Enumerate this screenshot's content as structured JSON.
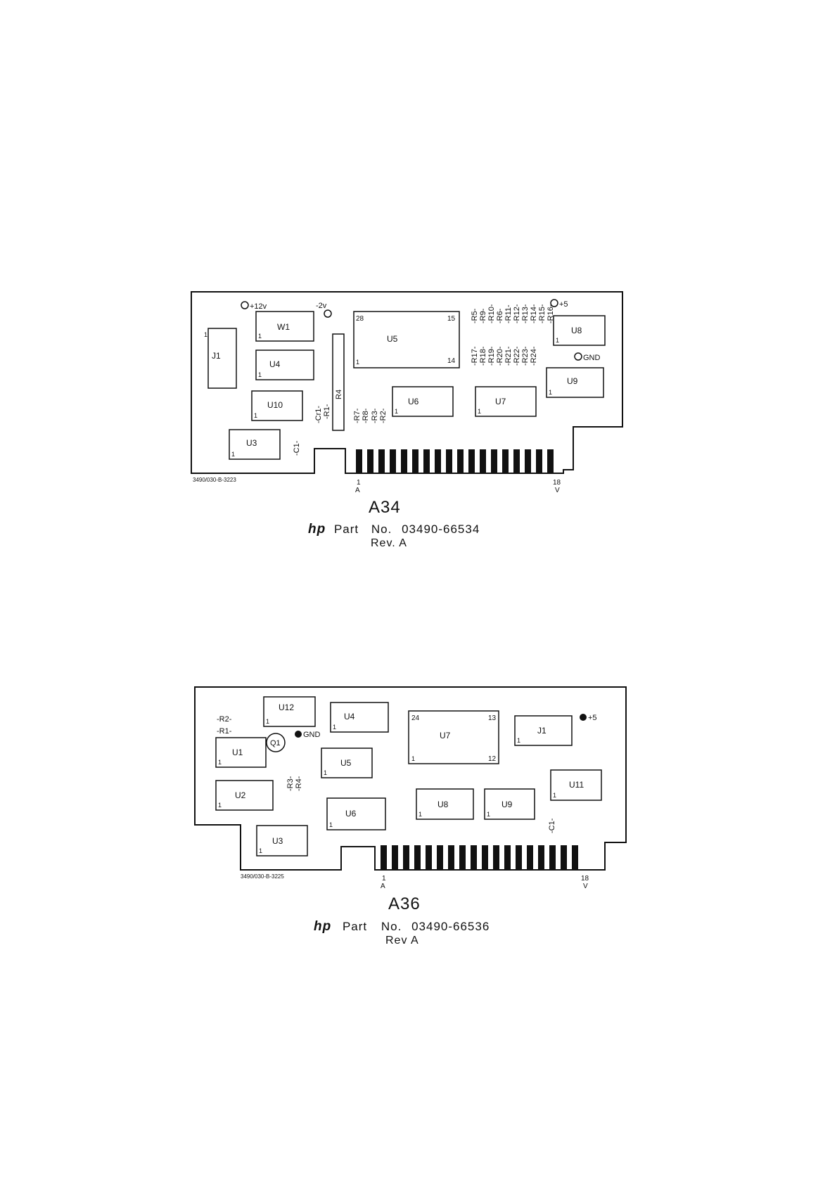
{
  "boards": [
    {
      "id": "A34",
      "title": "A34",
      "hp_logo": "hp",
      "part_label": "Part",
      "part_no_label": "No.",
      "part_number": "03490-66534",
      "revision": "Rev. A",
      "serial": "3490/030-B-3223",
      "edge_left": "1",
      "edge_left_letter": "A",
      "edge_right": "18",
      "edge_right_letter": "V",
      "components": {
        "J1": "J1",
        "W1": "W1",
        "U4": "U4",
        "U10": "U10",
        "U3": "U3",
        "U5": "U5",
        "U6": "U6",
        "U7": "U7",
        "U8": "U8",
        "U9": "U9",
        "R4": "R4",
        "CR1": "-Cr1-",
        "R1": "-R1-",
        "C1": "-C1-",
        "R7": "-R7-",
        "R8": "-R8-",
        "R3": "-R3-",
        "R2": "-R2-",
        "R5": "-R5-",
        "R9": "-R9-",
        "R10": "-R10-",
        "R6": "-R6-",
        "R11": "-R11-",
        "R12": "-R12-",
        "R13": "-R13-",
        "R14": "-R14-",
        "R15": "-R15-",
        "R16": "-R16-",
        "R17": "-R17-",
        "R18": "-R18-",
        "R19": "-R19-",
        "R20": "-R20-",
        "R21": "-R21-",
        "R22": "-R22-",
        "R23": "-R23-",
        "R24": "-R24-",
        "pin1": "1",
        "u5_28": "28",
        "u5_15": "15",
        "u5_14": "14"
      },
      "test_points": {
        "p12v": "+12v",
        "m2v": "-2v",
        "p5": "+5",
        "gnd": "GND"
      }
    },
    {
      "id": "A36",
      "title": "A36",
      "hp_logo": "hp",
      "part_label": "Part",
      "part_no_label": "No.",
      "part_number": "03490-66536",
      "revision": "Rev A",
      "serial": "3490/030-B-3225",
      "edge_left": "1",
      "edge_left_letter": "A",
      "edge_right": "18",
      "edge_right_letter": "V",
      "components": {
        "U12": "U12",
        "U4": "U4",
        "U7": "U7",
        "J1": "J1",
        "U1": "U1",
        "Q1": "Q1",
        "U5": "U5",
        "U2": "U2",
        "U6": "U6",
        "U8": "U8",
        "U9": "U9",
        "U11": "U11",
        "U3": "U3",
        "R2": "-R2-",
        "R1": "-R1-",
        "R3": "-R3-",
        "R4": "-R4-",
        "C1": "-C1-",
        "pin1": "1",
        "u7_24": "24",
        "u7_13": "13",
        "u7_12": "12"
      },
      "test_points": {
        "gnd": "GND",
        "p5": "+5"
      }
    }
  ]
}
